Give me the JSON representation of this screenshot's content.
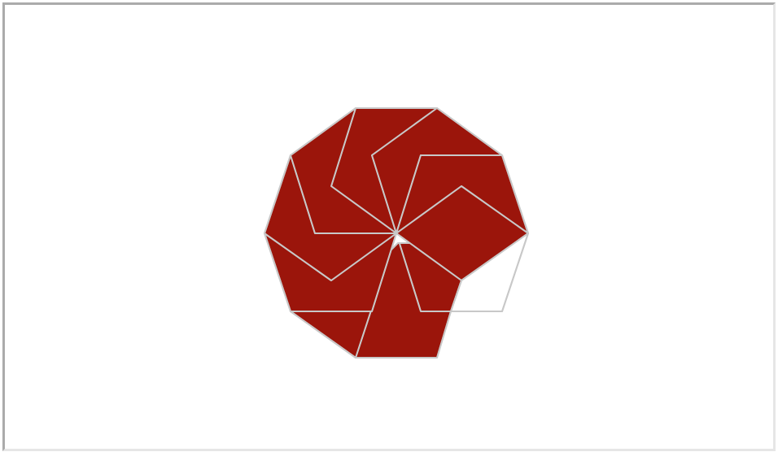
{
  "puzzle": {
    "pieces": [
      {
        "shape": "rhombus",
        "filled": true
      },
      {
        "shape": "rhombus",
        "filled": true
      },
      {
        "shape": "rhombus",
        "filled": true
      },
      {
        "shape": "rhombus",
        "filled": true
      },
      {
        "shape": "rhombus",
        "filled": true
      },
      {
        "shape": "rhombus",
        "filled": true
      },
      {
        "shape": "rhombus",
        "filled": true
      },
      {
        "shape": "rhombus",
        "filled": true
      },
      {
        "shape": "rhombus",
        "filled": true
      },
      {
        "shape": "rhombus",
        "filled": false
      },
      {
        "shape": "arrowhead-marker",
        "filled": false
      }
    ],
    "colors": {
      "fill": "#9b150b",
      "stroke": "#c8c8c8",
      "empty_slot": "#ffffff",
      "frame_dark": "#ababab",
      "frame_light": "#e6e6e6"
    }
  }
}
